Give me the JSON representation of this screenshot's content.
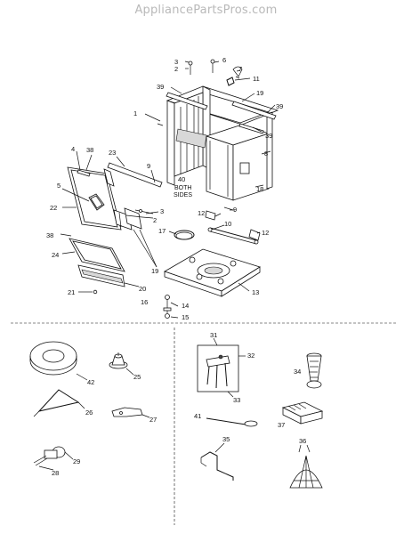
{
  "watermark": "AppliancePartsPros.com",
  "labels": {
    "p1": "1",
    "p2a": "2",
    "p2b": "2",
    "p3a": "3",
    "p3b": "3",
    "p4": "4",
    "p5": "5",
    "p6": "6",
    "p7": "7",
    "p8": "8",
    "p9a": "9",
    "p9b": "9",
    "p10": "10",
    "p11": "11",
    "p12a": "12",
    "p12b": "12",
    "p13": "13",
    "p14": "14",
    "p15": "15",
    "p16": "16",
    "p17": "17",
    "p18": "18",
    "p19a": "19",
    "p19b": "19",
    "p20": "20",
    "p21": "21",
    "p22": "22",
    "p23": "23",
    "p24": "24",
    "p25": "25",
    "p26": "26",
    "p27": "27",
    "p28": "28",
    "p29": "29",
    "p31": "31",
    "p32": "32",
    "p33": "33",
    "p34": "34",
    "p35": "35",
    "p36": "36",
    "p37": "37",
    "p38a": "38",
    "p38b": "38",
    "p39a": "39",
    "p39b": "39",
    "p39c": "39",
    "p40": "40",
    "p41": "41",
    "p42": "42",
    "both": "BOTH",
    "sides": "SIDES"
  },
  "colors": {
    "line": "#111111",
    "watermark": "#b9b9b9",
    "background": "#ffffff"
  }
}
